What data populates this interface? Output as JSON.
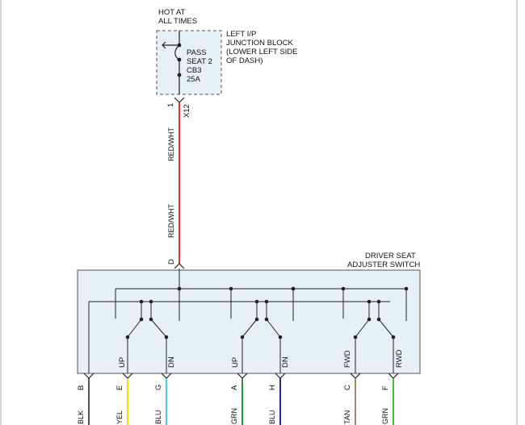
{
  "power_label": [
    "HOT AT",
    "ALL TIMES"
  ],
  "junction_block_label": [
    "LEFT I/P",
    "JUNCTION BLOCK",
    "(LOWER LEFT SIDE",
    "OF DASH)"
  ],
  "breaker_label": [
    "PASS",
    "SEAT 2",
    "CB3",
    "25A"
  ],
  "connector_pin": "1",
  "connector_id": "X12",
  "feed_wire_color_upper": "RED/WHT",
  "feed_wire_color_lower": "RED/WHT",
  "switch_input_pin": "D",
  "switch_label": [
    "DRIVER SEAT",
    "ADJUSTER SWITCH"
  ],
  "switch_positions": [
    "UP",
    "DN",
    "UP",
    "DN",
    "FWD",
    "RWD"
  ],
  "output_wires": [
    {
      "pin": "B",
      "color_name": "BLK",
      "color": "#555555"
    },
    {
      "pin": "E",
      "color_name": "YEL",
      "color": "#f2e600"
    },
    {
      "pin": "G",
      "color_name": "BLU",
      "color": "#3fd6e8"
    },
    {
      "pin": "A",
      "color_name": "GRN",
      "color": "#1f9a2e"
    },
    {
      "pin": "H",
      "color_name": "BLU",
      "color": "#1a2a9a"
    },
    {
      "pin": "C",
      "color_name": "TAN",
      "color": "#a08a60"
    },
    {
      "pin": "F",
      "color_name": "GRN",
      "color": "#33cc33"
    }
  ],
  "colors": {
    "feed_wire": "#e8342a",
    "switch_fill": "#e6f0f7",
    "line": "#222222",
    "dash": "#555555"
  }
}
